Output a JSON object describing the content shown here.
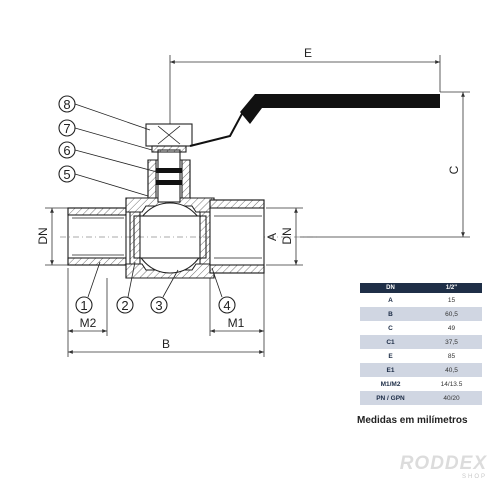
{
  "dimensions": {
    "E": "E",
    "C": "C",
    "A": "A",
    "DN_left": "DN",
    "DN_right": "DN",
    "B": "B",
    "M1": "M1",
    "M2": "M2"
  },
  "callouts": [
    {
      "number": "8"
    },
    {
      "number": "7"
    },
    {
      "number": "6"
    },
    {
      "number": "5"
    },
    {
      "number": "1"
    },
    {
      "number": "2"
    },
    {
      "number": "3"
    },
    {
      "number": "4"
    }
  ],
  "spec_table": {
    "header": {
      "label": "DN",
      "value": "1/2\""
    },
    "rows": [
      {
        "label": "A",
        "value": "15"
      },
      {
        "label": "B",
        "value": "60,5"
      },
      {
        "label": "C",
        "value": "49"
      },
      {
        "label": "C1",
        "value": "37,5"
      },
      {
        "label": "E",
        "value": "85"
      },
      {
        "label": "E1",
        "value": "40,5"
      },
      {
        "label": "M1/M2",
        "value": "14/13.5"
      },
      {
        "label": "PN / GPN",
        "value": "40/20"
      }
    ]
  },
  "note": "Medidas em milímetros",
  "brand": {
    "name": "RODDEX",
    "sub": "SHOP"
  },
  "colors": {
    "handle": "#111111",
    "table_header": "#1f2f47",
    "table_alt_row": "#d0d6e2"
  }
}
